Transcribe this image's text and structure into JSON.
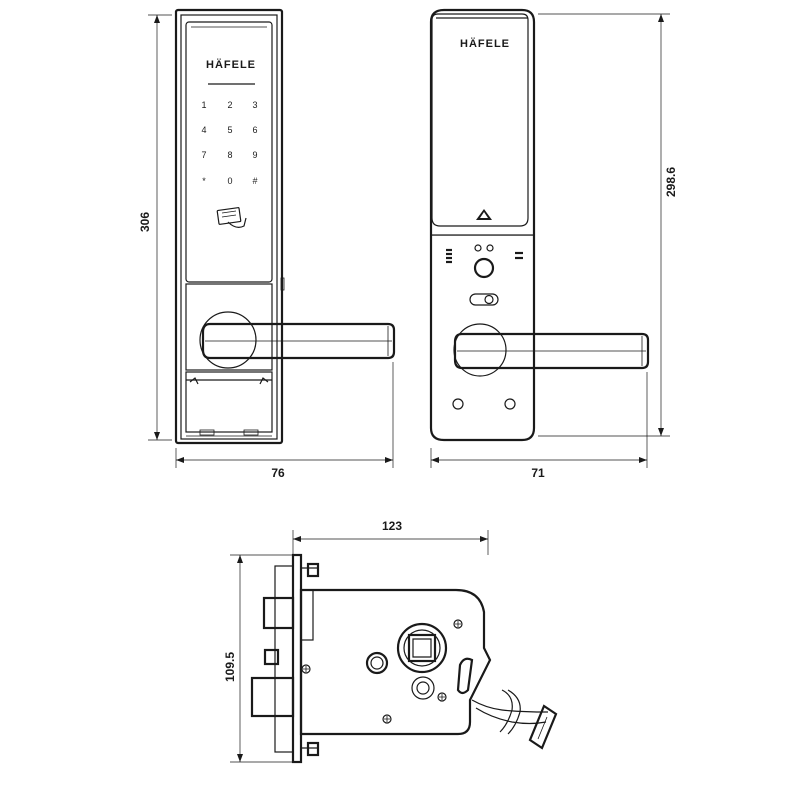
{
  "front_view": {
    "brand": "HÄFELE",
    "keypad": [
      "1",
      "2",
      "3",
      "4",
      "5",
      "6",
      "7",
      "8",
      "9",
      "*",
      "0",
      "#"
    ],
    "height_dim": "306",
    "width_dim": "76"
  },
  "back_view": {
    "brand": "HÄFELE",
    "height_dim": "298.6",
    "width_dim": "71"
  },
  "mortise_view": {
    "width_dim": "123",
    "height_dim": "109.5"
  }
}
